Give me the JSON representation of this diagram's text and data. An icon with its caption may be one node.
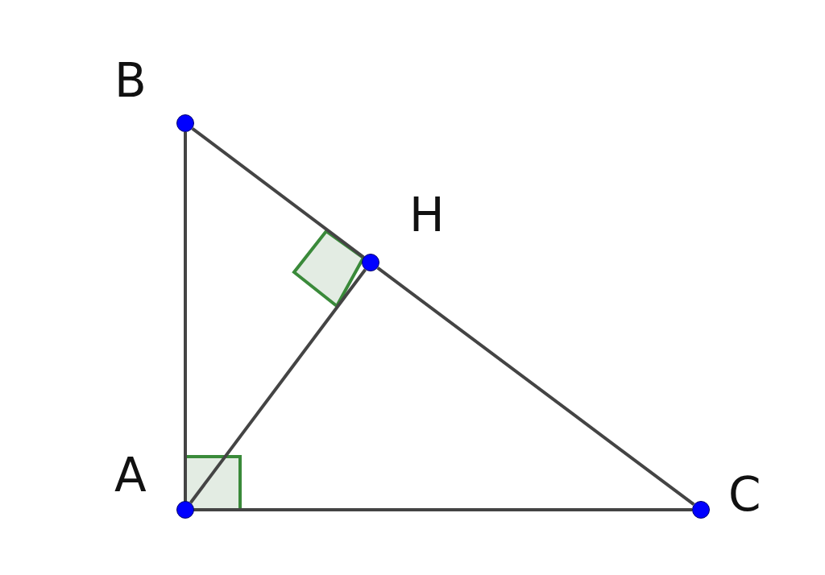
{
  "diagram": {
    "nodes": [
      {
        "text": [
          "B"
        ]
      },
      {
        "text": [
          "H"
        ]
      },
      {
        "text": [
          "A"
        ]
      },
      {
        "text": [
          "C"
        ]
      }
    ],
    "edges": [
      {
        "from": 0,
        "to": 2,
        "arrow": "none"
      },
      {
        "from": 2,
        "to": 3,
        "arrow": "none"
      },
      {
        "from": 0,
        "to": 1,
        "arrow": "none"
      },
      {
        "from": 1,
        "to": 3,
        "arrow": "none"
      },
      {
        "from": 2,
        "to": 1,
        "arrow": "none"
      }
    ]
  }
}
